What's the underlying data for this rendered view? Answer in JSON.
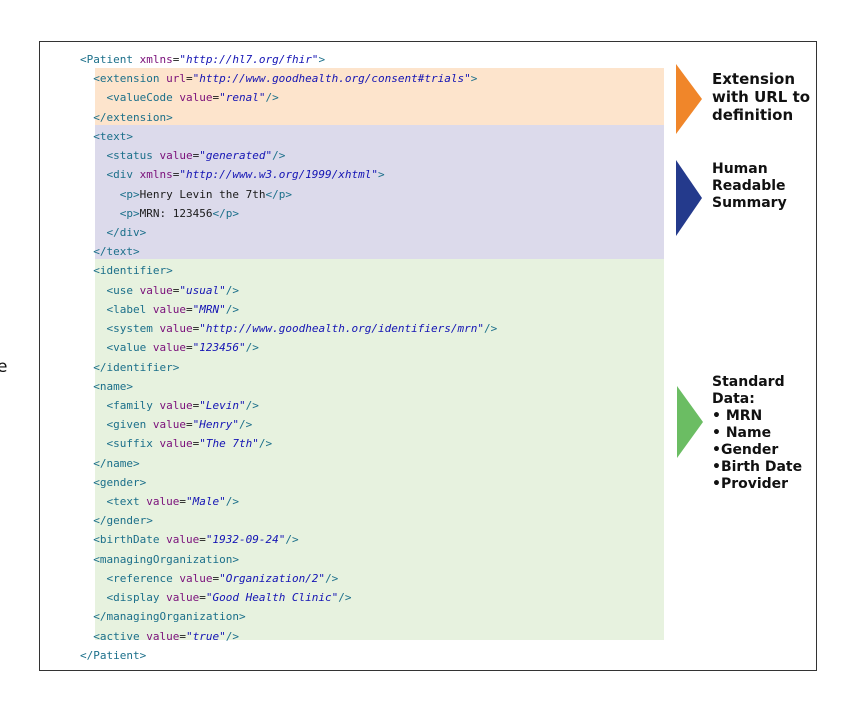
{
  "colors": {
    "extension_band": "#fde4cc",
    "text_band": "#dcdaeb",
    "standard_band": "#e7f2df",
    "extension_arrow": "#f0862a",
    "text_arrow": "#243a8c",
    "standard_arrow": "#6bbd63"
  },
  "annotations": {
    "extension": {
      "lines": [
        "Extension",
        "with URL to",
        "definition"
      ]
    },
    "text": {
      "lines": [
        "Human",
        "Readable",
        "Summary"
      ]
    },
    "standard": {
      "lines": [
        "Standard",
        "Data:"
      ],
      "items": [
        "• MRN",
        "• Name",
        "•Gender",
        "•Birth Date",
        "•Provider"
      ]
    }
  },
  "clipped_text": "e",
  "code": [
    [
      {
        "k": "t",
        "s": "<Patient "
      },
      {
        "k": "a",
        "s": "xmlns"
      },
      {
        "k": "eq",
        "s": "="
      },
      {
        "k": "v",
        "s": "\"http://hl7.org/fhir\""
      },
      {
        "k": "t",
        "s": ">"
      }
    ],
    [
      {
        "k": "t",
        "s": "  <extension "
      },
      {
        "k": "a",
        "s": "url"
      },
      {
        "k": "eq",
        "s": "="
      },
      {
        "k": "v",
        "s": "\"http://www.goodhealth.org/consent#trials\""
      },
      {
        "k": "t",
        "s": ">"
      }
    ],
    [
      {
        "k": "t",
        "s": "    <valueCode "
      },
      {
        "k": "a",
        "s": "value"
      },
      {
        "k": "eq",
        "s": "="
      },
      {
        "k": "v",
        "s": "\"renal\""
      },
      {
        "k": "t",
        "s": "/>"
      }
    ],
    [
      {
        "k": "t",
        "s": "  </extension>"
      }
    ],
    [
      {
        "k": "t",
        "s": "  <text>"
      }
    ],
    [
      {
        "k": "t",
        "s": "    <status "
      },
      {
        "k": "a",
        "s": "value"
      },
      {
        "k": "eq",
        "s": "="
      },
      {
        "k": "v",
        "s": "\"generated\""
      },
      {
        "k": "t",
        "s": "/>"
      }
    ],
    [
      {
        "k": "t",
        "s": "    <div "
      },
      {
        "k": "a",
        "s": "xmlns"
      },
      {
        "k": "eq",
        "s": "="
      },
      {
        "k": "v",
        "s": "\"http://www.w3.org/1999/xhtml\""
      },
      {
        "k": "t",
        "s": ">"
      }
    ],
    [
      {
        "k": "t",
        "s": "      <p>"
      },
      {
        "k": "x",
        "s": "Henry Levin the 7th"
      },
      {
        "k": "t",
        "s": "</p>"
      }
    ],
    [
      {
        "k": "t",
        "s": "      <p>"
      },
      {
        "k": "x",
        "s": "MRN: 123456"
      },
      {
        "k": "t",
        "s": "</p>"
      }
    ],
    [
      {
        "k": "t",
        "s": "    </div>"
      }
    ],
    [
      {
        "k": "t",
        "s": "  </text>"
      }
    ],
    [
      {
        "k": "t",
        "s": "  <identifier>"
      }
    ],
    [
      {
        "k": "t",
        "s": "    <use "
      },
      {
        "k": "a",
        "s": "value"
      },
      {
        "k": "eq",
        "s": "="
      },
      {
        "k": "v",
        "s": "\"usual\""
      },
      {
        "k": "t",
        "s": "/>"
      }
    ],
    [
      {
        "k": "t",
        "s": "    <label "
      },
      {
        "k": "a",
        "s": "value"
      },
      {
        "k": "eq",
        "s": "="
      },
      {
        "k": "v",
        "s": "\"MRN\""
      },
      {
        "k": "t",
        "s": "/>"
      }
    ],
    [
      {
        "k": "t",
        "s": "    <system "
      },
      {
        "k": "a",
        "s": "value"
      },
      {
        "k": "eq",
        "s": "="
      },
      {
        "k": "v",
        "s": "\"http://www.goodhealth.org/identifiers/mrn\""
      },
      {
        "k": "t",
        "s": "/>"
      }
    ],
    [
      {
        "k": "t",
        "s": "    <value "
      },
      {
        "k": "a",
        "s": "value"
      },
      {
        "k": "eq",
        "s": "="
      },
      {
        "k": "v",
        "s": "\"123456\""
      },
      {
        "k": "t",
        "s": "/>"
      }
    ],
    [
      {
        "k": "t",
        "s": "  </identifier>"
      }
    ],
    [
      {
        "k": "t",
        "s": "  <name>"
      }
    ],
    [
      {
        "k": "t",
        "s": "    <family "
      },
      {
        "k": "a",
        "s": "value"
      },
      {
        "k": "eq",
        "s": "="
      },
      {
        "k": "v",
        "s": "\"Levin\""
      },
      {
        "k": "t",
        "s": "/>"
      }
    ],
    [
      {
        "k": "t",
        "s": "    <given "
      },
      {
        "k": "a",
        "s": "value"
      },
      {
        "k": "eq",
        "s": "="
      },
      {
        "k": "v",
        "s": "\"Henry\""
      },
      {
        "k": "t",
        "s": "/>"
      }
    ],
    [
      {
        "k": "t",
        "s": "    <suffix "
      },
      {
        "k": "a",
        "s": "value"
      },
      {
        "k": "eq",
        "s": "="
      },
      {
        "k": "v",
        "s": "\"The 7th\""
      },
      {
        "k": "t",
        "s": "/>"
      }
    ],
    [
      {
        "k": "t",
        "s": "  </name>"
      }
    ],
    [
      {
        "k": "t",
        "s": "  <gender>"
      }
    ],
    [
      {
        "k": "t",
        "s": "    <text "
      },
      {
        "k": "a",
        "s": "value"
      },
      {
        "k": "eq",
        "s": "="
      },
      {
        "k": "v",
        "s": "\"Male\""
      },
      {
        "k": "t",
        "s": "/>"
      }
    ],
    [
      {
        "k": "t",
        "s": "  </gender>"
      }
    ],
    [
      {
        "k": "t",
        "s": "  <birthDate "
      },
      {
        "k": "a",
        "s": "value"
      },
      {
        "k": "eq",
        "s": "="
      },
      {
        "k": "v",
        "s": "\"1932-09-24\""
      },
      {
        "k": "t",
        "s": "/>"
      }
    ],
    [
      {
        "k": "t",
        "s": "  <managingOrganization>"
      }
    ],
    [
      {
        "k": "t",
        "s": "    <reference "
      },
      {
        "k": "a",
        "s": "value"
      },
      {
        "k": "eq",
        "s": "="
      },
      {
        "k": "v",
        "s": "\"Organization/2\""
      },
      {
        "k": "t",
        "s": "/>"
      }
    ],
    [
      {
        "k": "t",
        "s": "    <display "
      },
      {
        "k": "a",
        "s": "value"
      },
      {
        "k": "eq",
        "s": "="
      },
      {
        "k": "v",
        "s": "\"Good Health Clinic\""
      },
      {
        "k": "t",
        "s": "/>"
      }
    ],
    [
      {
        "k": "t",
        "s": "  </managingOrganization>"
      }
    ],
    [
      {
        "k": "t",
        "s": "  <active "
      },
      {
        "k": "a",
        "s": "value"
      },
      {
        "k": "eq",
        "s": "="
      },
      {
        "k": "v",
        "s": "\"true\""
      },
      {
        "k": "t",
        "s": "/>"
      }
    ],
    [
      {
        "k": "t",
        "s": "</Patient>"
      }
    ]
  ]
}
